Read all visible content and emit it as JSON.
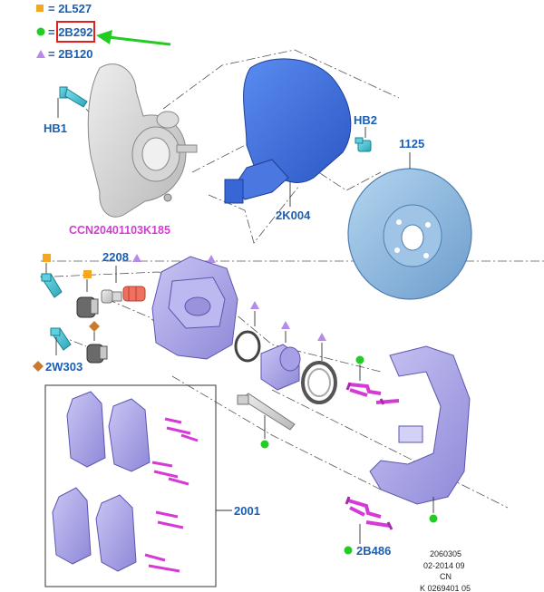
{
  "legend": [
    {
      "marker": "orange-square",
      "color": "#f5a623",
      "text": "= 2L527"
    },
    {
      "marker": "green-dot",
      "color": "#22cc22",
      "text": "= 2B292"
    },
    {
      "marker": "purple-triangle",
      "color": "#b58ae8",
      "text": "= 2B120"
    }
  ],
  "highlight": {
    "box_color": "#e02020",
    "arrow_color": "#22cc22"
  },
  "labels": {
    "hb1": "HB1",
    "hb2": "HB2",
    "disc": "1125",
    "shield": "2K004",
    "knuckle": "CCN20401103K185",
    "bleeder": "2208",
    "bolt_2w303": "2W303",
    "pad_kit": "2001",
    "clips": "2B486"
  },
  "footer": [
    "2060305",
    "02-2014 09",
    "CN",
    "K 0269401 05"
  ],
  "colors": {
    "label": "#1a5fb4",
    "part_pink": "#d63ad6",
    "teal": "#4fc4d6",
    "purple": "#a9a4e8",
    "shield_blue": "#3d6fd8",
    "disc_blue": "#8ab6dc"
  }
}
